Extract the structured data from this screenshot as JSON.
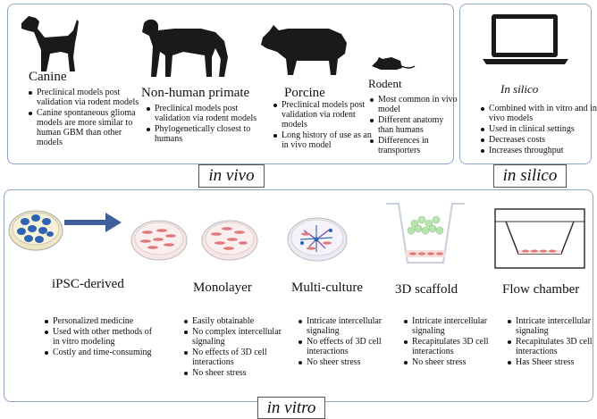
{
  "in_vivo": {
    "label": "in vivo",
    "canine": {
      "title": "Canine",
      "bullets": [
        "Preclinical models post validation via rodent models",
        "Canine spontaneous glioma models are more similar to human GBM than other models"
      ]
    },
    "primate": {
      "title": "Non-human primate",
      "bullets": [
        "Preclinical models post validation via rodent models",
        "Phylogenetically closest to humans"
      ]
    },
    "porcine": {
      "title": "Porcine",
      "bullets": [
        "Preclinical models post validation via rodent models",
        "Long history of use as an in vivo model"
      ]
    },
    "rodent": {
      "title": "Rodent",
      "bullets": [
        "Most common in vivo model",
        "Different anatomy than humans",
        "Differences in transporters"
      ]
    }
  },
  "in_silico": {
    "label": "in silico",
    "title": "In silico",
    "bullets": [
      "Combined with in vitro and in vivo models",
      "Used in clinical settings",
      "Decreases costs",
      "Increases throughput"
    ]
  },
  "in_vitro": {
    "label": "in vitro",
    "ipsc": {
      "title": "iPSC-derived",
      "bullets": [
        "Personalized medicine",
        "Used with other methods of in vitro modeling",
        "Costly and time-consuming"
      ]
    },
    "monolayer": {
      "title": "Monolayer",
      "bullets": [
        "Easily obtainable",
        "No complex intercellular signaling",
        "No effects of 3D cell interactions",
        "No sheer stress"
      ]
    },
    "multiculture": {
      "title": "Multi-culture",
      "bullets": [
        "Intricate intercellular signaling",
        "No effects of 3D cell interactions",
        "No sheer stress"
      ]
    },
    "scaffold": {
      "title": "3D scaffold",
      "bullets": [
        "Intricate intercellular signaling",
        "Recapitulates 3D cell interactions",
        "No sheer stress"
      ]
    },
    "flow": {
      "title": "Flow chamber",
      "bullets": [
        "Intricate intercellular signaling",
        "Recapitulates 3D cell interactions",
        "Has Sheer stress"
      ]
    }
  },
  "colors": {
    "panel_border": "#8fa3c8",
    "arrow": "#3f5f9a",
    "dish_fill": "#f6dede",
    "cell_red": "#e07a7a",
    "cell_blue": "#3b6fb5",
    "scaffold_green": "#b9e3b0"
  }
}
